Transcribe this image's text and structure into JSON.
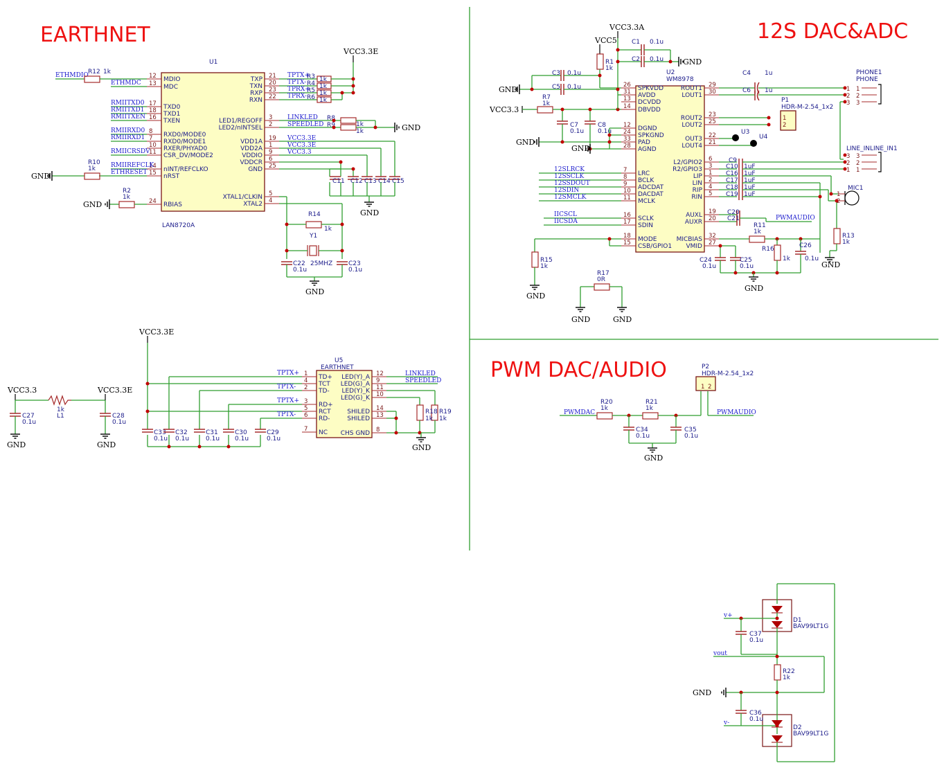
{
  "sections": {
    "ethernet_title": "EARTHNET",
    "dac_title": "12S DAC&ADC",
    "pwm_title": "PWM DAC/AUDIO"
  },
  "u1": {
    "ref": "U1",
    "part": "LAN8720A",
    "left_pins": [
      {
        "num": "12",
        "name": "MDIO"
      },
      {
        "num": "13",
        "name": "MDC"
      },
      {
        "num": "17",
        "name": "TXD0"
      },
      {
        "num": "18",
        "name": "TXD1"
      },
      {
        "num": "16",
        "name": "TXEN"
      },
      {
        "num": "8",
        "name": "RXD0/MODE0"
      },
      {
        "num": "7",
        "name": "RXD0/MODE1"
      },
      {
        "num": "10",
        "name": "RXER/PHYAD0"
      },
      {
        "num": "11",
        "name": "CSR_DV/MODE2"
      },
      {
        "num": "14",
        "name": "nINT/REFCLKO"
      },
      {
        "num": "15",
        "name": "nRST"
      },
      {
        "num": "24",
        "name": "RBIAS"
      }
    ],
    "right_pins": [
      {
        "num": "21",
        "name": "TXP"
      },
      {
        "num": "20",
        "name": "TXN"
      },
      {
        "num": "23",
        "name": "RXP"
      },
      {
        "num": "22",
        "name": "RXN"
      },
      {
        "num": "3",
        "name": "LED1/REGOFF"
      },
      {
        "num": "2",
        "name": "LED2/nINTSEL"
      },
      {
        "num": "19",
        "name": "VDD1A"
      },
      {
        "num": "1",
        "name": "VDD2A"
      },
      {
        "num": "9",
        "name": "VDDIO"
      },
      {
        "num": "6",
        "name": "VDDCR"
      },
      {
        "num": "25",
        "name": "GND"
      },
      {
        "num": "5",
        "name": "XTAL1/CLKIN"
      },
      {
        "num": "4",
        "name": "XTAL2"
      }
    ],
    "left_nets": [
      "ETHMDC",
      "RMIITXD0",
      "RMIITXD1",
      "RMIITXEN",
      "RMIIRXD0",
      "RMIIRXD1",
      "RMIICRSDV",
      "RMIIREFCLK",
      "ETHRESET"
    ],
    "right_nets": [
      "TPTX+",
      "TPTX-",
      "TPRX+",
      "TPRX-",
      "LINKLED",
      "SPEEDLED",
      "VCC3.3E",
      "VCC3.3E",
      "VCC3.3"
    ],
    "ethmdio": "ETHMDIO",
    "r12": {
      "ref": "R12",
      "val": "1k"
    },
    "r10": {
      "ref": "R10",
      "val": "1k"
    },
    "r2": {
      "ref": "R2",
      "val": "1k"
    },
    "r3": "R3",
    "r4": "R4",
    "r5": "R5",
    "r6": "R6",
    "rv": "1k",
    "r8": "R8",
    "r9": "R9",
    "r14": {
      "ref": "R14",
      "val": "1k"
    },
    "y1": {
      "ref": "Y1",
      "val": "25MHZ"
    },
    "c22": {
      "ref": "C22",
      "val": "0.1u"
    },
    "c23": {
      "ref": "C23",
      "val": "0.1u"
    },
    "caps": [
      "C11",
      "C12",
      "C13",
      "C14",
      "C15"
    ]
  },
  "power": {
    "vcc33e": "VCC3.3E",
    "vcc33": "VCC3.3",
    "vcc33a": "VCC3.3A",
    "vcc5": "VCC5",
    "gnd": "GND"
  },
  "u5": {
    "ref": "U5",
    "part": "EARTHNET",
    "left_pins": [
      {
        "num": "1",
        "name": "TD+"
      },
      {
        "num": "4",
        "name": "TCT"
      },
      {
        "num": "2",
        "name": "TD-"
      },
      {
        "num": "3",
        "name": "RD+"
      },
      {
        "num": "5",
        "name": "RCT"
      },
      {
        "num": "6",
        "name": "RD-"
      },
      {
        "num": "7",
        "name": "NC"
      }
    ],
    "right_pins": [
      {
        "num": "12",
        "name": "LED(Y)_A"
      },
      {
        "num": "9",
        "name": "LED(G)_A"
      },
      {
        "num": "11",
        "name": "LED(Y)_K"
      },
      {
        "num": "10",
        "name": "LED(G)_K"
      },
      {
        "num": "14",
        "name": "SHILED"
      },
      {
        "num": "13",
        "name": "SHILED"
      },
      {
        "num": "8",
        "name": "CHS GND"
      }
    ],
    "nets_left": [
      "TPTX+",
      "TPTX-",
      "TPTX+",
      "TPTX-"
    ],
    "nets_right": [
      "LINKLED",
      "SPEEDLED"
    ],
    "caps": [
      {
        "ref": "C33",
        "val": "0.1u"
      },
      {
        "ref": "C32",
        "val": "0.1u"
      },
      {
        "ref": "C31",
        "val": "0.1u"
      },
      {
        "ref": "C30",
        "val": "0.1u"
      },
      {
        "ref": "C29",
        "val": "0.1u"
      }
    ],
    "r18": {
      "ref": "R18",
      "val": "1k"
    },
    "r19": {
      "ref": "R19",
      "val": "1k"
    }
  },
  "filter": {
    "c27": {
      "ref": "C27",
      "val": "0.1u"
    },
    "c28": {
      "ref": "C28",
      "val": "0.1u"
    },
    "l1": {
      "ref": "L1",
      "val": "1k"
    }
  },
  "u2": {
    "ref": "U2",
    "part": "WM8978",
    "left_pins": [
      {
        "num": "26",
        "name": "SPKVDD"
      },
      {
        "num": "31",
        "name": "AVDD"
      },
      {
        "num": "13",
        "name": "DCVDD"
      },
      {
        "num": "14",
        "name": "DBVDD"
      },
      {
        "num": "12",
        "name": "DGND"
      },
      {
        "num": "24",
        "name": "SPKGND"
      },
      {
        "num": "33",
        "name": "PAD"
      },
      {
        "num": "28",
        "name": "AGND"
      },
      {
        "num": "7",
        "name": "LRC"
      },
      {
        "num": "8",
        "name": "BCLK"
      },
      {
        "num": "9",
        "name": "ADCDAT"
      },
      {
        "num": "10",
        "name": "DACDAT"
      },
      {
        "num": "11",
        "name": "MCLK"
      },
      {
        "num": "16",
        "name": "SCLK"
      },
      {
        "num": "17",
        "name": "SDIN"
      },
      {
        "num": "18",
        "name": "MODE"
      },
      {
        "num": "15",
        "name": "CSB/GPIO1"
      }
    ],
    "right_pins": [
      {
        "num": "29",
        "name": "ROUT1"
      },
      {
        "num": "30",
        "name": "LOUT1"
      },
      {
        "num": "23",
        "name": "ROUT2"
      },
      {
        "num": "25",
        "name": "LOUT2"
      },
      {
        "num": "22",
        "name": "OUT3"
      },
      {
        "num": "21",
        "name": "LOUT4"
      },
      {
        "num": "6",
        "name": "L2/GPIO2"
      },
      {
        "num": "3",
        "name": "R2/GPIO3"
      },
      {
        "num": "1",
        "name": "LIP"
      },
      {
        "num": "2",
        "name": "LIN"
      },
      {
        "num": "4",
        "name": "RIP"
      },
      {
        "num": "5",
        "name": "RIN"
      },
      {
        "num": "19",
        "name": "AUXL"
      },
      {
        "num": "20",
        "name": "AUXR"
      },
      {
        "num": "32",
        "name": "MICBIAS"
      },
      {
        "num": "27",
        "name": "VMID"
      }
    ],
    "left_nets": [
      "12SLRCK",
      "12SSCLK",
      "12SSDOUT",
      "12SDIN",
      "12SMCLK",
      "IICSCL",
      "IICSDA"
    ],
    "pwmaudio": "PWMAUDIO",
    "c1": {
      "ref": "C1",
      "val": "0.1u"
    },
    "c2": {
      "ref": "C2",
      "val": "0.1u"
    },
    "c3": {
      "ref": "C3",
      "val": "0.1u"
    },
    "c5": {
      "ref": "C5",
      "val": "0.1u"
    },
    "c7": {
      "ref": "C7",
      "val": "0.1u"
    },
    "c8": {
      "ref": "C8",
      "val": "0.1u"
    },
    "c4": {
      "ref": "C4",
      "val": "1u"
    },
    "c6": {
      "ref": "C6",
      "val": "1u"
    },
    "c9": "C9",
    "cin": [
      {
        "ref": "C10",
        "val": "1uF"
      },
      {
        "ref": "C16",
        "val": "1uF"
      },
      {
        "ref": "C17",
        "val": "1uF"
      },
      {
        "ref": "C18",
        "val": "1uF"
      },
      {
        "ref": "C19",
        "val": "1uF"
      }
    ],
    "c20": "C20",
    "c21": "C21",
    "c24": {
      "ref": "C24",
      "val": "0.1u"
    },
    "c25": {
      "ref": "C25",
      "val": "0.1u"
    },
    "c26": {
      "ref": "C26",
      "val": "0.1u"
    },
    "r1": {
      "ref": "R1",
      "val": "1k"
    },
    "r7": {
      "ref": "R7",
      "val": "1k"
    },
    "r11": {
      "ref": "R11",
      "val": "1k"
    },
    "r13": {
      "ref": "R13",
      "val": "1k"
    },
    "r15": {
      "ref": "R15",
      "val": "1k"
    },
    "r16": {
      "ref": "R16",
      "val": "1k"
    },
    "r17": {
      "ref": "R17",
      "val": "0R"
    },
    "u3": "U3",
    "u4": "U4",
    "p1": {
      "ref": "P1",
      "val": "HDR-M-2.54_1x2"
    },
    "phone1": {
      "ref": "PHONE1",
      "val": "PHONE"
    },
    "line": {
      "ref": "LINE_INLINE_IN1"
    },
    "mic": {
      "ref": "MIC1"
    }
  },
  "pwm": {
    "net_in": "PWMDAC",
    "net_out": "PWMAUDIO",
    "r20": {
      "ref": "R20",
      "val": "1k"
    },
    "r21": {
      "ref": "R21",
      "val": "1k"
    },
    "c34": {
      "ref": "C34",
      "val": "0.1u"
    },
    "c35": {
      "ref": "C35",
      "val": "0.1u"
    },
    "p2": {
      "ref": "P2",
      "val": "HDR-M-2.54_1x2"
    }
  },
  "protect": {
    "vplus": "v+",
    "vout": "vout",
    "vminus": "v-",
    "d1": {
      "ref": "D1",
      "val": "BAV99LT1G"
    },
    "d2": {
      "ref": "D2",
      "val": "BAV99LT1G"
    },
    "c37": {
      "ref": "C37",
      "val": "0.1u"
    },
    "c36": {
      "ref": "C36",
      "val": "0.1u"
    },
    "r22": {
      "ref": "R22",
      "val": "1k"
    }
  }
}
